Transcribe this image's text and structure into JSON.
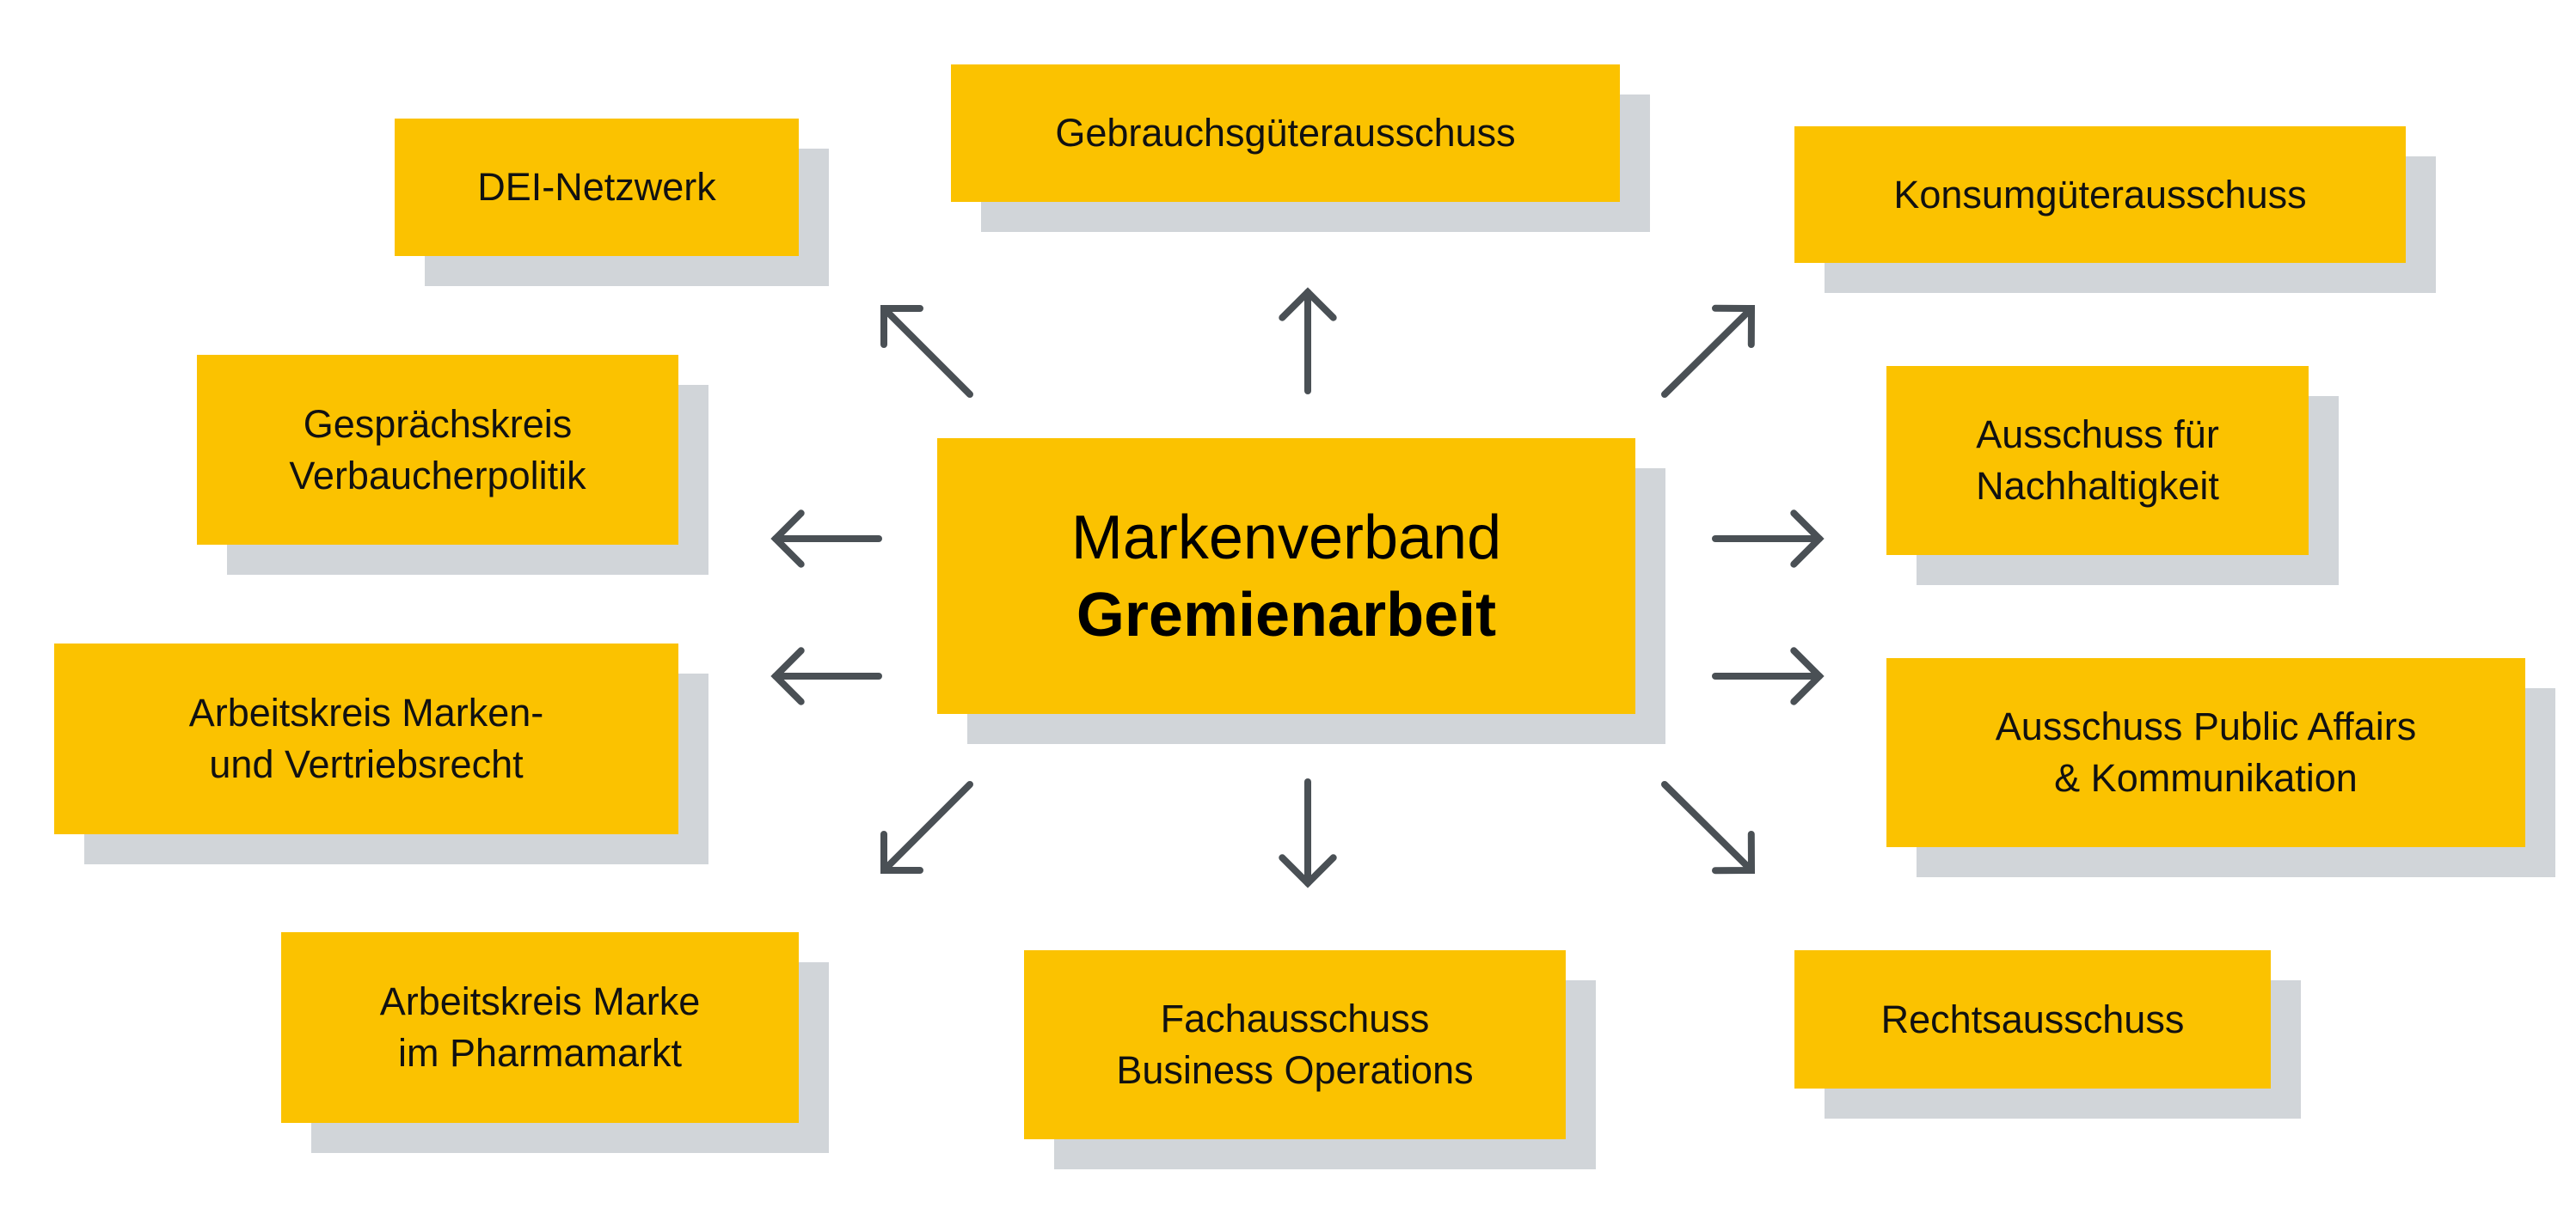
{
  "center": {
    "line1": "Markenverband",
    "line2": "Gremienarbeit"
  },
  "committees": [
    {
      "lines": [
        "DEI-Netzwerk"
      ]
    },
    {
      "lines": [
        "Gebrauchsgüterausschuss"
      ]
    },
    {
      "lines": [
        "Konsumgüterausschuss"
      ]
    },
    {
      "lines": [
        "Gesprächskreis",
        "Verbaucherpolitik"
      ]
    },
    {
      "lines": [
        "Ausschuss für",
        "Nachhaltigkeit"
      ]
    },
    {
      "lines": [
        "Arbeitskreis Marken-",
        "und Vertriebsrecht"
      ]
    },
    {
      "lines": [
        "Ausschuss Public Affairs",
        "& Kommunikation"
      ]
    },
    {
      "lines": [
        "Arbeitskreis Marke",
        "im Pharmamarkt"
      ]
    },
    {
      "lines": [
        "Fachausschuss",
        "Business Operations"
      ]
    },
    {
      "lines": [
        "Rechtsausschuss"
      ]
    }
  ],
  "colors": {
    "box": "#fbc200",
    "shadow": "#d1d5d9",
    "arrow": "#4a5055"
  }
}
